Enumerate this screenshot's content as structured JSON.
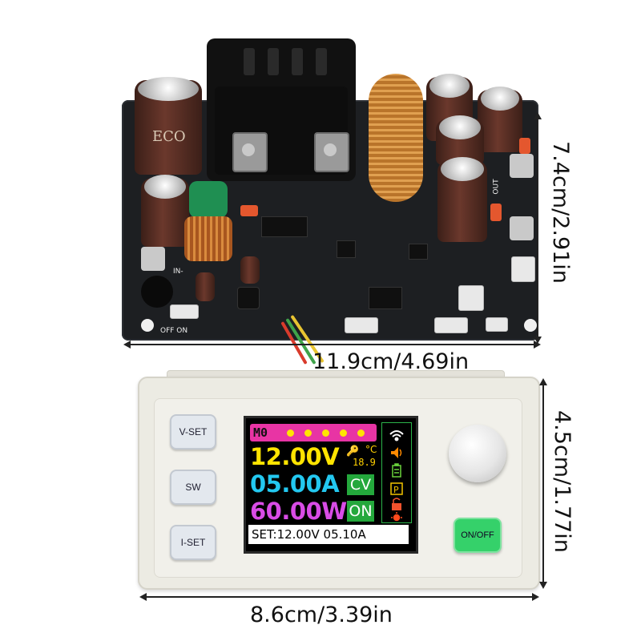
{
  "dimensions": {
    "board_width": "11.9cm/4.69in",
    "board_height": "7.4cm/2.91in",
    "panel_width": "8.6cm/3.39in",
    "panel_height": "4.5cm/1.77in"
  },
  "panel": {
    "buttons": {
      "vset": "V-SET",
      "sw": "SW",
      "iset": "I-SET",
      "onoff": "ON/OFF"
    }
  },
  "display": {
    "mode": "M0",
    "voltage": "12.00V",
    "current": "05.00A",
    "power": "60.00W",
    "temperature": "18.9",
    "temp_unit": "°C",
    "cv_label": "CV",
    "on_label": "ON",
    "set_line": "SET:12.00V 05.10A"
  },
  "board_marks": {
    "in_label": "IN-",
    "out_label": "OUT",
    "switch_label": "OFF ON",
    "cap_brand": "ECO"
  },
  "colors": {
    "voltage": "#ffe400",
    "current": "#23c8f0",
    "power": "#d94ce6",
    "status_bar": "#e834a4",
    "tag_green": "#24a83c",
    "onoff_button": "#35d16a"
  },
  "icons": [
    "wifi-icon",
    "speaker-icon",
    "battery-icon",
    "p-icon",
    "lock-icon",
    "sun-icon",
    "thermometer-icon"
  ]
}
